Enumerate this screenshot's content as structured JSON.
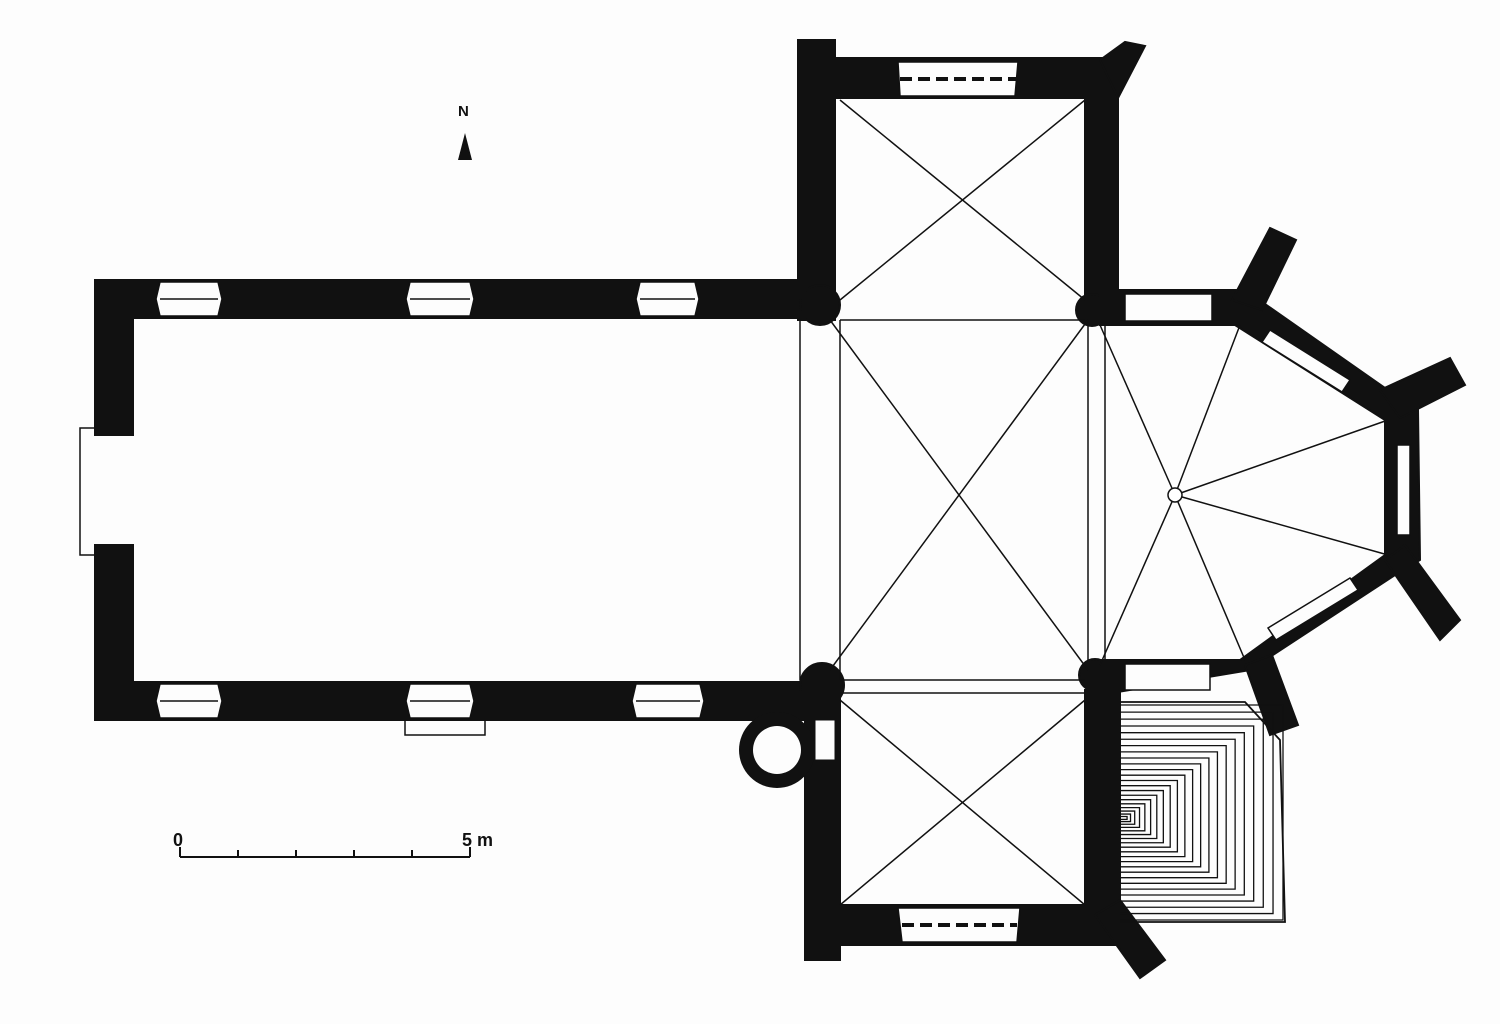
{
  "north_arrow": {
    "label": "N"
  },
  "scale_bar": {
    "start_label": "0",
    "end_label": "5 m",
    "divisions": 5
  },
  "colors": {
    "wall": "#111111",
    "paper": "#fdfdfd",
    "line": "#111111"
  }
}
